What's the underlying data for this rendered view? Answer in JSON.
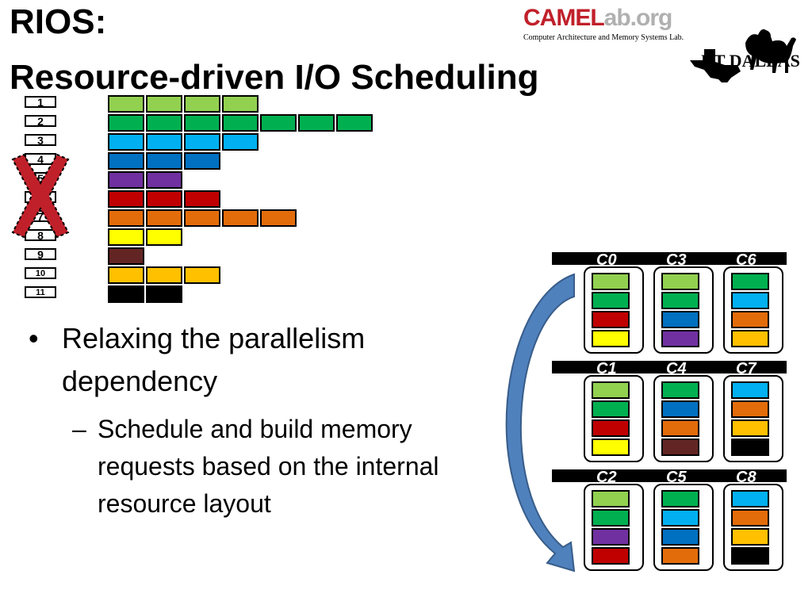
{
  "slide": {
    "title_line1": "RIOS:",
    "title_line2": "Resource-driven I/O Scheduling"
  },
  "logo": {
    "camel_primary": "CAMEL",
    "camel_secondary": "ab.org",
    "camel_subtitle": "Computer Architecture and Memory Systems Lab.",
    "university": "UT DALLAS"
  },
  "colors": {
    "light_green": "#92d050",
    "green": "#00b050",
    "cyan": "#00b0f0",
    "blue": "#0070c0",
    "purple": "#7030a0",
    "red": "#c00000",
    "orange": "#e36c0a",
    "yellow": "#ffff00",
    "brown": "#632523",
    "gold": "#ffc000",
    "black": "#000000",
    "cross": "#c0202a",
    "arrow": "#4f81bd"
  },
  "requests": [
    {
      "label": "1",
      "color": "light_green",
      "cells": 4
    },
    {
      "label": "2",
      "color": "green",
      "cells": 7
    },
    {
      "label": "3",
      "color": "cyan",
      "cells": 4
    },
    {
      "label": "4",
      "color": "blue",
      "cells": 3
    },
    {
      "label": "5",
      "color": "purple",
      "cells": 2
    },
    {
      "label": "6",
      "color": "red",
      "cells": 3
    },
    {
      "label": "7",
      "color": "orange",
      "cells": 5
    },
    {
      "label": "8",
      "color": "yellow",
      "cells": 2
    },
    {
      "label": "9",
      "color": "brown",
      "cells": 1
    },
    {
      "label": "10",
      "color": "gold",
      "cells": 3
    },
    {
      "label": "11",
      "color": "black",
      "cells": 2
    }
  ],
  "bullets": {
    "main": "Relaxing the parallelism dependency",
    "sub": "Schedule and build memory requests based on the internal resource layout"
  },
  "chips": [
    {
      "label": "C0",
      "row": 0,
      "col": 0,
      "blocks": [
        "light_green",
        "green",
        "red",
        "yellow"
      ]
    },
    {
      "label": "C3",
      "row": 0,
      "col": 1,
      "blocks": [
        "light_green",
        "green",
        "blue",
        "purple"
      ]
    },
    {
      "label": "C6",
      "row": 0,
      "col": 2,
      "blocks": [
        "green",
        "cyan",
        "orange",
        "gold"
      ]
    },
    {
      "label": "C1",
      "row": 1,
      "col": 0,
      "blocks": [
        "light_green",
        "green",
        "red",
        "yellow"
      ]
    },
    {
      "label": "C4",
      "row": 1,
      "col": 1,
      "blocks": [
        "green",
        "blue",
        "orange",
        "brown"
      ]
    },
    {
      "label": "C7",
      "row": 1,
      "col": 2,
      "blocks": [
        "cyan",
        "orange",
        "gold",
        "black"
      ]
    },
    {
      "label": "C2",
      "row": 2,
      "col": 0,
      "blocks": [
        "light_green",
        "green",
        "purple",
        "red"
      ]
    },
    {
      "label": "C5",
      "row": 2,
      "col": 1,
      "blocks": [
        "green",
        "cyan",
        "blue",
        "orange"
      ]
    },
    {
      "label": "C8",
      "row": 2,
      "col": 2,
      "blocks": [
        "cyan",
        "orange",
        "gold",
        "black"
      ]
    }
  ]
}
